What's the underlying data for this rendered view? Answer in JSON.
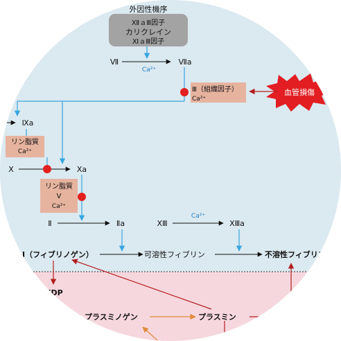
{
  "colors": {
    "upper_bg": "#dbe9f0",
    "lower_bg": "#f6d7de",
    "blue_arrow": "#36a6e0",
    "factor_box": "#e6b39f",
    "gray_box": "#a3a3a3",
    "red_arrow": "#b31d1d",
    "red_dot": "#e2201e",
    "orange_arrow": "#e08a3c",
    "burst": "#e21e22"
  },
  "labels": {
    "extrinsic_title": "外因性機序",
    "gray_box_line1": "ⅫａⅢ因子",
    "gray_box_line2": "カリクレイン",
    "gray_box_line3": "ⅪａⅢ因子",
    "factor_vii": "Ⅶ",
    "factor_viia": "Ⅶa",
    "ca_top": "Ca²⁺",
    "tissue_factor": "Ⅲ（組織因子）",
    "tissue_ca": "Ca²⁺",
    "vessel_injury": "血管損傷",
    "factor_ixa": "Ⅸa",
    "pl_box1_line1": "リン脂質",
    "pl_box1_line2": "Ca²⁺",
    "factor_x": "Ⅹ",
    "factor_xa": "Ⅹa",
    "pl_box2_line1": "リン脂質",
    "pl_box2_line2": "Ⅴ",
    "pl_box2_line3": "Ca²⁺",
    "factor_ii": "Ⅱ",
    "factor_iia": "Ⅱa",
    "factor_xiii": "ⅩⅢ",
    "factor_xiiia": "ⅩⅢa",
    "ca_xiii": "Ca²⁺",
    "fibrinogen": "Ⅰ（フィブリノゲン）",
    "soluble_fibrin": "可溶性フィブリン",
    "insoluble_fibrin": "不溶性フィブリン",
    "fdp": "FDP",
    "plasminogen": "プラスミノゲン",
    "plasmin": "プラスミン"
  }
}
